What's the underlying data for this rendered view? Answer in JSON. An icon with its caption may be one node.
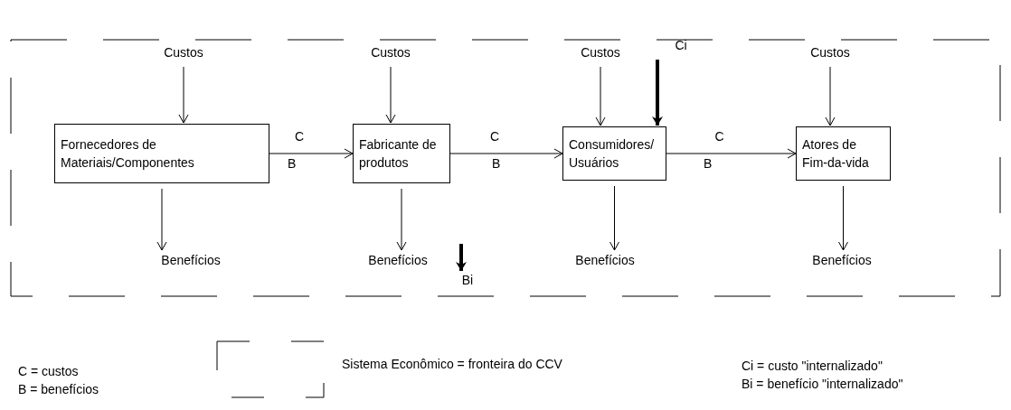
{
  "diagram": {
    "nodes": [
      {
        "text": [
          "Custos"
        ]
      },
      {
        "text": [
          "Custos"
        ]
      },
      {
        "text": [
          "Custos"
        ]
      },
      {
        "text": [
          "Ci"
        ]
      },
      {
        "text": [
          "Custos"
        ]
      },
      {
        "text": [
          "Fornecedores de Materiais/Componentes"
        ]
      },
      {
        "text": [
          "Fabricante de produtos"
        ]
      },
      {
        "text": [
          "Consumidores/ Usuários"
        ]
      },
      {
        "text": [
          "Atores de Fim-da-vida"
        ]
      },
      {
        "text": [
          "Benefícios"
        ]
      },
      {
        "text": [
          "Benefícios"
        ]
      },
      {
        "text": [
          "Bi"
        ]
      },
      {
        "text": [
          "Benefícios"
        ]
      },
      {
        "text": [
          "Benefícios"
        ]
      }
    ],
    "edges": [
      {
        "from": 0,
        "to": 5,
        "arrow": "to"
      },
      {
        "from": 1,
        "to": 6,
        "arrow": "to"
      },
      {
        "from": 2,
        "to": 7,
        "arrow": "to"
      },
      {
        "from": 3,
        "to": 7,
        "arrow": "to",
        "style": "thick"
      },
      {
        "from": 4,
        "to": 8,
        "arrow": "to"
      },
      {
        "from": 5,
        "to": 9,
        "arrow": "to"
      },
      {
        "from": 6,
        "to": 10,
        "arrow": "to"
      },
      {
        "from": 7,
        "to": 12,
        "arrow": "to"
      },
      {
        "from": 8,
        "to": 13,
        "arrow": "to"
      },
      {
        "from": null,
        "to": 11,
        "arrow": "to",
        "style": "thick"
      },
      {
        "from": 5,
        "to": 6,
        "arrow": "to",
        "label": "C"
      },
      {
        "from": 6,
        "to": 7,
        "arrow": "to",
        "label": "C"
      },
      {
        "from": 7,
        "to": 8,
        "arrow": "to",
        "label": "C"
      }
    ],
    "labels": [
      "B",
      "B",
      "B",
      "C = custos",
      "B = benefícios",
      "Ci = custo \"internalizado\"",
      "Bi = benefício \"internalizado\""
    ],
    "legend": [
      {
        "text": "Sistema Econômico =  fronteira do CCV"
      }
    ]
  }
}
